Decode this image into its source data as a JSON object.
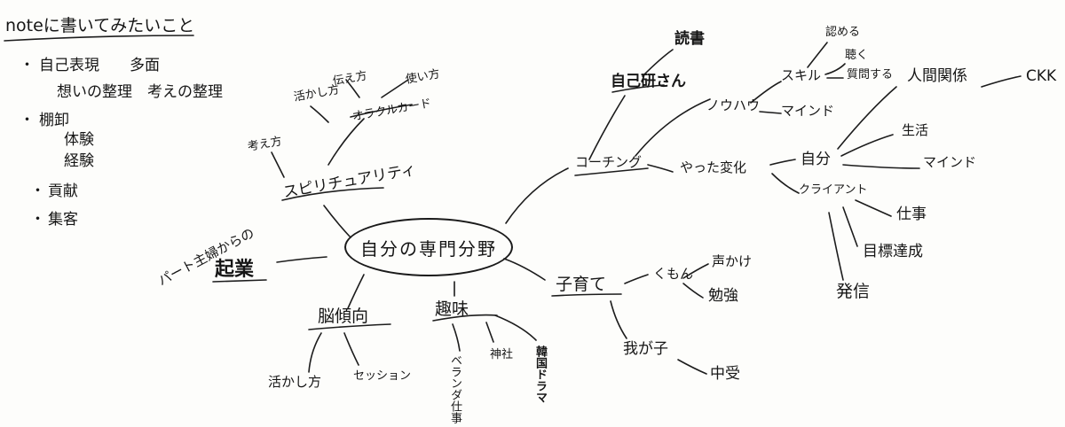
{
  "notes": {
    "title": "noteに書いてみたいこと",
    "items": [
      {
        "bullet": "・",
        "text": "自己表現　　多面"
      },
      {
        "bullet": "",
        "text": "想いの整理　考えの整理"
      },
      {
        "bullet": "・",
        "text": "棚卸"
      },
      {
        "bullet": "",
        "text": "体験"
      },
      {
        "bullet": "",
        "text": "経験"
      },
      {
        "bullet": "・",
        "text": "貢献"
      },
      {
        "bullet": "・",
        "text": "集客"
      }
    ]
  },
  "mindmap": {
    "center": "自分の専門分野",
    "spirituality": {
      "label": "スピリチュアリティ",
      "oracle": "オラクルカード",
      "oracle_children": [
        "活かし方",
        "伝え方",
        "使い方"
      ],
      "thinking": "考え方"
    },
    "kigyou": {
      "prefix": "パート主婦からの",
      "main": "起業"
    },
    "brain": {
      "label": "脳傾向",
      "children": [
        "活かし方",
        "セッション"
      ]
    },
    "hobby": {
      "label": "趣味",
      "children": [
        "ベランダ仕事",
        "神社",
        "韓国ドラマ"
      ]
    },
    "kosodate": {
      "label": "子育て",
      "kumon": "くもん",
      "kumon_children": [
        "声かけ",
        "勉強"
      ],
      "wagako": "我が子",
      "chugaku": "中受"
    },
    "coaching": {
      "label": "コーチング",
      "self_study": "自己研さん",
      "reading": "読書",
      "knowhow": "ノウハウ",
      "skill": "スキル",
      "skill_children": [
        "認める",
        "聴く",
        "質問する"
      ],
      "mind": "マインド",
      "change": "やった変化",
      "self": "自分",
      "self_children": [
        "人間関係",
        "生活",
        "マインド"
      ],
      "ckk": "CKK",
      "client": "クライアント",
      "client_children": [
        "仕事",
        "目標達成",
        "発信"
      ]
    }
  }
}
